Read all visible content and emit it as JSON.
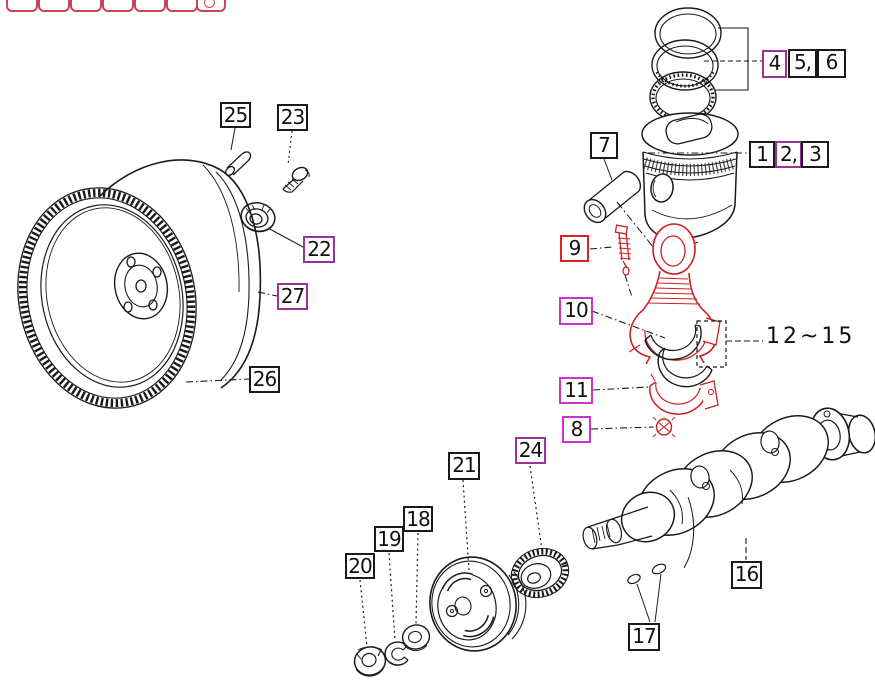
{
  "colors": {
    "line": "#1a1a1a",
    "highlight_red_parts": "#cc2222",
    "box_black": "#1a1a1a",
    "box_purple": "#993399",
    "box_magenta": "#cc33cc",
    "box_red": "#dd2222",
    "toolbar_button_red": "#cc4455",
    "background": "#ffffff"
  },
  "toolbar": {
    "buttons": [
      {
        "label": ""
      },
      {
        "label": ""
      },
      {
        "label": ""
      },
      {
        "label": ""
      },
      {
        "label": ""
      },
      {
        "label": ""
      },
      {
        "label": "",
        "icon": "circle-icon"
      }
    ]
  },
  "labels": [
    {
      "id": "25",
      "text": "25",
      "style": "black"
    },
    {
      "id": "23",
      "text": "23",
      "style": "black"
    },
    {
      "id": "22",
      "text": "22",
      "style": "purple"
    },
    {
      "id": "27",
      "text": "27",
      "style": "purple"
    },
    {
      "id": "26",
      "text": "26",
      "style": "black"
    },
    {
      "id": "7",
      "text": "7",
      "style": "black"
    },
    {
      "id": "4",
      "text": "4",
      "style": "purple"
    },
    {
      "id": "5",
      "text": "5,",
      "style": "black"
    },
    {
      "id": "6",
      "text": "6",
      "style": "black"
    },
    {
      "id": "1",
      "text": "1",
      "style": "black"
    },
    {
      "id": "2",
      "text": "2,",
      "style": "purple"
    },
    {
      "id": "3",
      "text": "3",
      "style": "black"
    },
    {
      "id": "9",
      "text": "9",
      "style": "red"
    },
    {
      "id": "10",
      "text": "10",
      "style": "magenta"
    },
    {
      "id": "11",
      "text": "11",
      "style": "magenta"
    },
    {
      "id": "8",
      "text": "8",
      "style": "magenta"
    },
    {
      "id": "12-15",
      "text": "12~15",
      "style": "plain"
    },
    {
      "id": "16",
      "text": "16",
      "style": "black"
    },
    {
      "id": "17",
      "text": "17",
      "style": "black"
    },
    {
      "id": "21",
      "text": "21",
      "style": "black"
    },
    {
      "id": "24",
      "text": "24",
      "style": "purple"
    },
    {
      "id": "18",
      "text": "18",
      "style": "black"
    },
    {
      "id": "19",
      "text": "19",
      "style": "black"
    },
    {
      "id": "20",
      "text": "20",
      "style": "black"
    }
  ]
}
